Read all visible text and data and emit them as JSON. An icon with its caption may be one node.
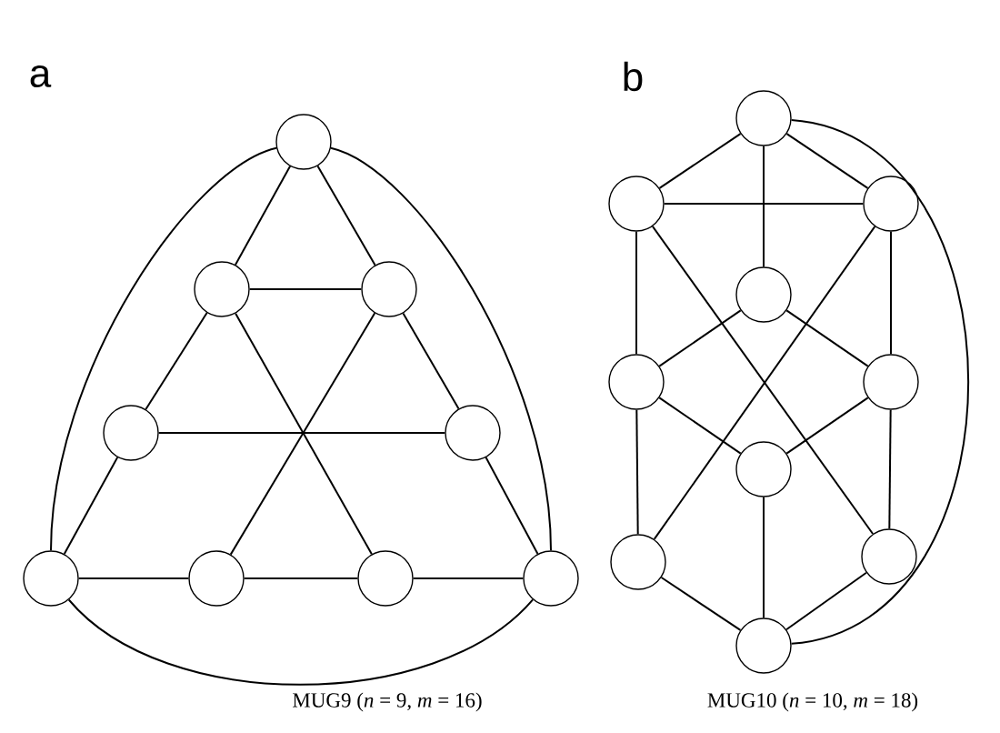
{
  "diagram": {
    "nodes": [
      {
        "text": [],
        "shape": "circle"
      },
      {
        "text": [],
        "shape": "circle"
      },
      {
        "text": [],
        "shape": "circle"
      },
      {
        "text": [],
        "shape": "circle"
      },
      {
        "text": [],
        "shape": "circle"
      },
      {
        "text": [],
        "shape": "circle"
      },
      {
        "text": [],
        "shape": "circle"
      },
      {
        "text": [],
        "shape": "circle"
      },
      {
        "text": [],
        "shape": "circle"
      },
      {
        "text": [],
        "shape": "circle"
      },
      {
        "text": [],
        "shape": "circle"
      },
      {
        "text": [],
        "shape": "circle"
      },
      {
        "text": [],
        "shape": "circle"
      },
      {
        "text": [],
        "shape": "circle"
      },
      {
        "text": [],
        "shape": "circle"
      },
      {
        "text": [],
        "shape": "circle"
      },
      {
        "text": [],
        "shape": "circle"
      },
      {
        "text": [],
        "shape": "circle"
      },
      {
        "text": [],
        "shape": "circle"
      }
    ],
    "edges": [
      {
        "from": 0,
        "to": 5,
        "arrow": "none"
      },
      {
        "from": 0,
        "to": 8,
        "arrow": "none"
      },
      {
        "from": 5,
        "to": 8,
        "arrow": "none"
      },
      {
        "from": 0,
        "to": 1,
        "arrow": "none"
      },
      {
        "from": 0,
        "to": 2,
        "arrow": "none"
      },
      {
        "from": 1,
        "to": 2,
        "arrow": "none"
      },
      {
        "from": 1,
        "to": 3,
        "arrow": "none"
      },
      {
        "from": 3,
        "to": 5,
        "arrow": "none"
      },
      {
        "from": 2,
        "to": 4,
        "arrow": "none"
      },
      {
        "from": 4,
        "to": 8,
        "arrow": "none"
      },
      {
        "from": 3,
        "to": 4,
        "arrow": "none"
      },
      {
        "from": 5,
        "to": 6,
        "arrow": "none"
      },
      {
        "from": 6,
        "to": 7,
        "arrow": "none"
      },
      {
        "from": 7,
        "to": 8,
        "arrow": "none"
      },
      {
        "from": 1,
        "to": 7,
        "arrow": "none"
      },
      {
        "from": 2,
        "to": 6,
        "arrow": "none"
      },
      {
        "from": 9,
        "to": 10,
        "arrow": "none"
      },
      {
        "from": 9,
        "to": 11,
        "arrow": "none"
      },
      {
        "from": 9,
        "to": 12,
        "arrow": "none"
      },
      {
        "from": 10,
        "to": 11,
        "arrow": "none"
      },
      {
        "from": 9,
        "to": 18,
        "arrow": "none"
      },
      {
        "from": 10,
        "to": 13,
        "arrow": "none"
      },
      {
        "from": 13,
        "to": 16,
        "arrow": "none"
      },
      {
        "from": 11,
        "to": 14,
        "arrow": "none"
      },
      {
        "from": 14,
        "to": 17,
        "arrow": "none"
      },
      {
        "from": 10,
        "to": 17,
        "arrow": "none"
      },
      {
        "from": 11,
        "to": 16,
        "arrow": "none"
      },
      {
        "from": 12,
        "to": 13,
        "arrow": "none"
      },
      {
        "from": 12,
        "to": 14,
        "arrow": "none"
      },
      {
        "from": 15,
        "to": 13,
        "arrow": "none"
      },
      {
        "from": 15,
        "to": 14,
        "arrow": "none"
      },
      {
        "from": 15,
        "to": 18,
        "arrow": "none"
      },
      {
        "from": 16,
        "to": 18,
        "arrow": "none"
      },
      {
        "from": 17,
        "to": 18,
        "arrow": "none"
      }
    ],
    "labels": [
      "a",
      "b",
      "MUG9 (*n* = 9, *m* = 16)",
      "MUG10 (*n* = 10, *m* = 18)"
    ]
  }
}
